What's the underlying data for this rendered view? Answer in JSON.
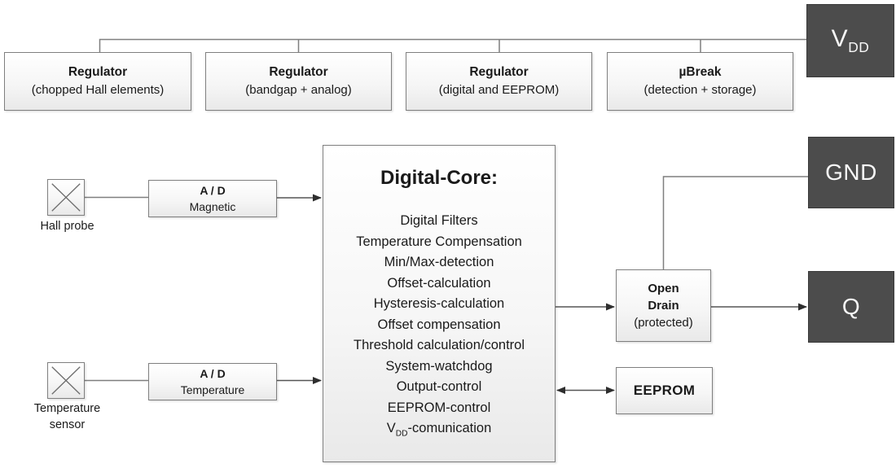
{
  "top_row": [
    {
      "title": "Regulator",
      "subtitle": "(chopped Hall elements)"
    },
    {
      "title": "Regulator",
      "subtitle": "(bandgap + analog)"
    },
    {
      "title": "Regulator",
      "subtitle": "(digital and EEPROM)"
    },
    {
      "title": "µBreak",
      "subtitle": "(detection + storage)"
    }
  ],
  "pins": {
    "vdd_main": "V",
    "vdd_sub": "DD",
    "gnd": "GND",
    "q": "Q"
  },
  "sensors": {
    "hall": {
      "label": "Hall probe"
    },
    "temperature": {
      "label_line1": "Temperature",
      "label_line2": "sensor"
    }
  },
  "adc_magnetic": {
    "title": "A / D",
    "subtitle": "Magnetic"
  },
  "adc_temperature": {
    "title": "A / D",
    "subtitle": "Temperature"
  },
  "digital_core": {
    "title": "Digital-Core:",
    "functions": [
      "Digital Filters",
      "Temperature Compensation",
      "Min/Max-detection",
      "Offset-calculation",
      "Hysteresis-calculation",
      "Offset compensation",
      "Threshold calculation/control",
      "System-watchdog",
      "Output-control",
      "EEPROM-control"
    ],
    "vdd_function": {
      "prefix": "V",
      "sub": "DD",
      "suffix": "-comunication"
    }
  },
  "open_drain": {
    "line1": "Open",
    "line2": "Drain",
    "line3": "(protected)"
  },
  "eeprom_label": "EEPROM",
  "colors": {
    "dark_box": "#4c4c4c",
    "box_border": "#7f7f7f",
    "line": "#7f7f7f",
    "arrow": "#2e2e2e"
  }
}
